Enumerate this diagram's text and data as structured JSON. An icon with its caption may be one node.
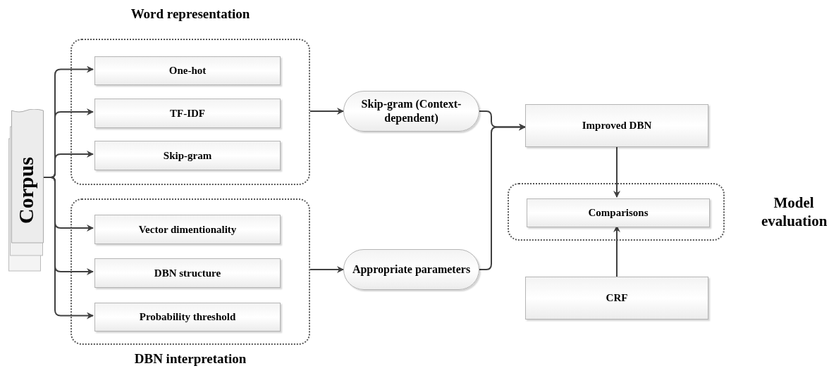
{
  "diagram": {
    "nodes": [
      {
        "text": [
          "Word representation"
        ]
      },
      {
        "text": [
          "One-hot"
        ],
        "in": 0
      },
      {
        "text": [
          "TF-IDF"
        ],
        "in": 0
      },
      {
        "text": [
          "Skip-gram"
        ],
        "in": 0
      },
      {
        "text": [
          "DBN interpretation"
        ]
      },
      {
        "text": [
          "Vector dimentionality"
        ],
        "in": 4
      },
      {
        "text": [
          "DBN structure"
        ],
        "in": 4
      },
      {
        "text": [
          "Probability threshold"
        ],
        "in": 4
      },
      {
        "text": [
          "Corpus"
        ]
      },
      {
        "text": [
          "Skip-gram (Context-dependent)"
        ]
      },
      {
        "text": [
          "Appropriate parameters"
        ]
      },
      {
        "text": [
          "Improved DBN"
        ]
      },
      {
        "text": [
          "Model evaluation"
        ]
      },
      {
        "text": [
          "Comparisons"
        ],
        "in": 12
      },
      {
        "text": [
          "CRF"
        ]
      }
    ],
    "edges": [
      {
        "from": 8,
        "to": 1,
        "arrow": "to"
      },
      {
        "from": 8,
        "to": 2,
        "arrow": "to"
      },
      {
        "from": 8,
        "to": 3,
        "arrow": "to"
      },
      {
        "from": 8,
        "to": 5,
        "arrow": "to"
      },
      {
        "from": 8,
        "to": 6,
        "arrow": "to"
      },
      {
        "from": 8,
        "to": 7,
        "arrow": "to"
      },
      {
        "from": 0,
        "to": 9,
        "arrow": "to"
      },
      {
        "from": 4,
        "to": 10,
        "arrow": "to"
      },
      {
        "from": 9,
        "to": 11,
        "arrow": "to"
      },
      {
        "from": 10,
        "to": 11,
        "arrow": "to"
      },
      {
        "from": 11,
        "to": 13,
        "arrow": "to"
      },
      {
        "from": 14,
        "to": 13,
        "arrow": "to"
      }
    ]
  }
}
